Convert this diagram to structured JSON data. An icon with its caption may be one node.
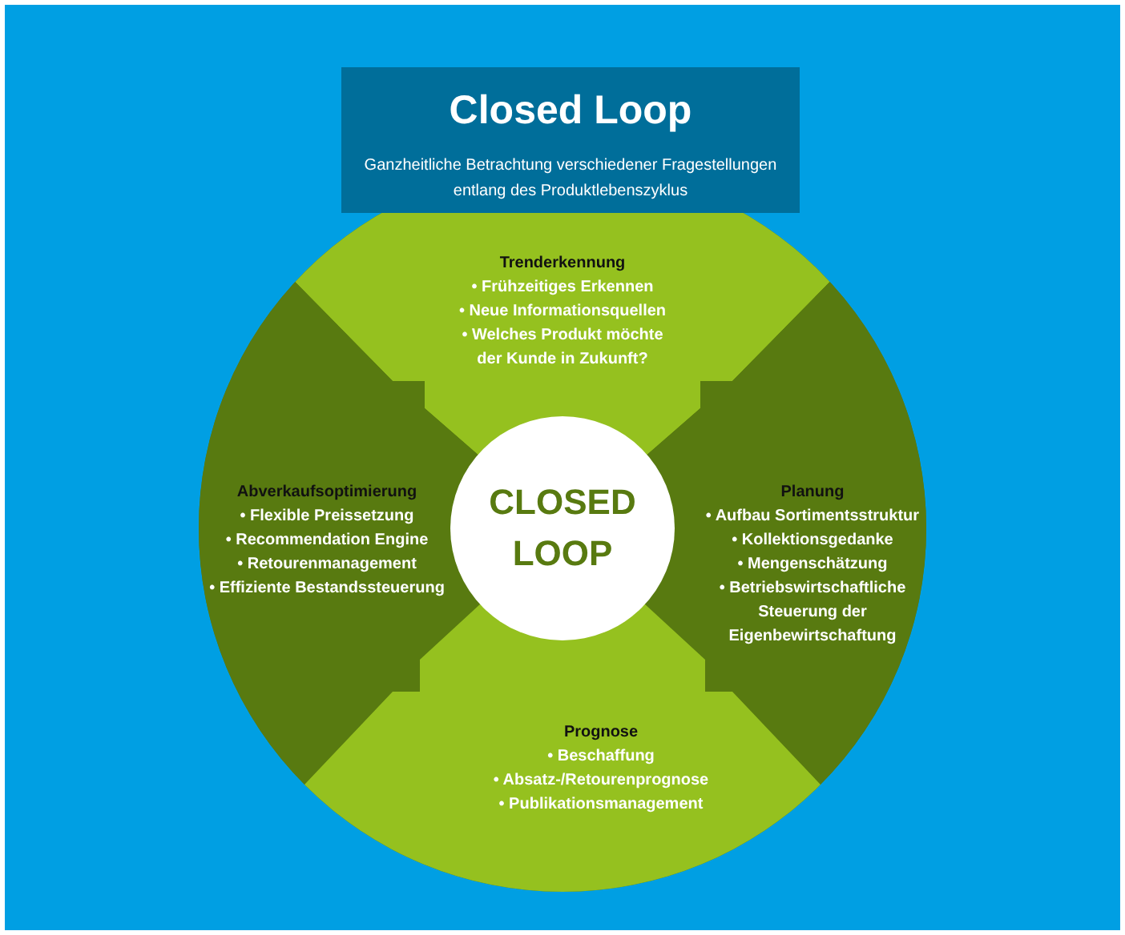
{
  "diagram": {
    "nodes": [
      {
        "text": [
          "Closed Loop",
          "Ganzheitliche Betrachtung verschiedener Fragestellungen entlang des Produktlebenszyklus"
        ]
      },
      {
        "text": [
          "Trenderkennung",
          "• Frühzeitiges Erkennen",
          "• Neue Informationsquellen",
          "• Welches Produkt möchte der Kunde in Zukunft?"
        ]
      },
      {
        "text": [
          "Abverkaufsoptimierung",
          "• Flexible Preissetzung",
          "• Recommendation Engine",
          "• Retourenmanagement",
          "• Effiziente Bestandssteuerung"
        ]
      },
      {
        "text": [
          "CLOSED LOOP"
        ]
      },
      {
        "text": [
          "Planung",
          "• Aufbau Sortimentsstruktur",
          "• Kollektionsgedanke",
          "• Mengenschätzung",
          "• Betriebswirtschaftliche Steuerung der Eigenbewirtschaftung"
        ]
      },
      {
        "text": [
          "Prognose",
          "• Beschaffung",
          "• Absatz-/Retourenprognose",
          "• Publikationsmanagement"
        ]
      }
    ]
  }
}
